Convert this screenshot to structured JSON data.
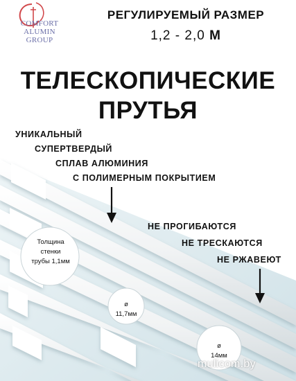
{
  "logo": {
    "line1": "COMFORT",
    "line2": "ALUMIN",
    "line3": "GROUP"
  },
  "size_header": {
    "title": "РЕГУЛИРУЕМЫЙ РАЗМЕР",
    "range": "1,2 - 2,0",
    "unit": "М"
  },
  "headline": {
    "line1": "ТЕЛЕСКОПИЧЕСКИЕ",
    "line2": "ПРУТЬЯ"
  },
  "features": [
    "УНИКАЛЬНЫЙ",
    "СУПЕРТВЕРДЫЙ",
    "СПЛАВ АЛЮМИНИЯ",
    "С ПОЛИМЕРНЫМ ПОКРЫТИЕМ"
  ],
  "claims": [
    "НЕ ПРОГИБАЮТСЯ",
    "НЕ ТРЕСКАЮТСЯ",
    "НЕ РЖАВЕЮТ"
  ],
  "callouts": {
    "wall": [
      "Толщина",
      "стенки",
      "трубы 1,1мм"
    ],
    "diameter_small": [
      "ø",
      "11,7мм"
    ],
    "diameter_large": [
      "ø",
      "14мм"
    ]
  },
  "watermark": "mulicom.by",
  "colors": {
    "background_top": "#ffffff",
    "tube_area": "#dbe9ee",
    "tube": "#f7f8f8",
    "logo": "#6b6fa8",
    "text": "#111111"
  }
}
